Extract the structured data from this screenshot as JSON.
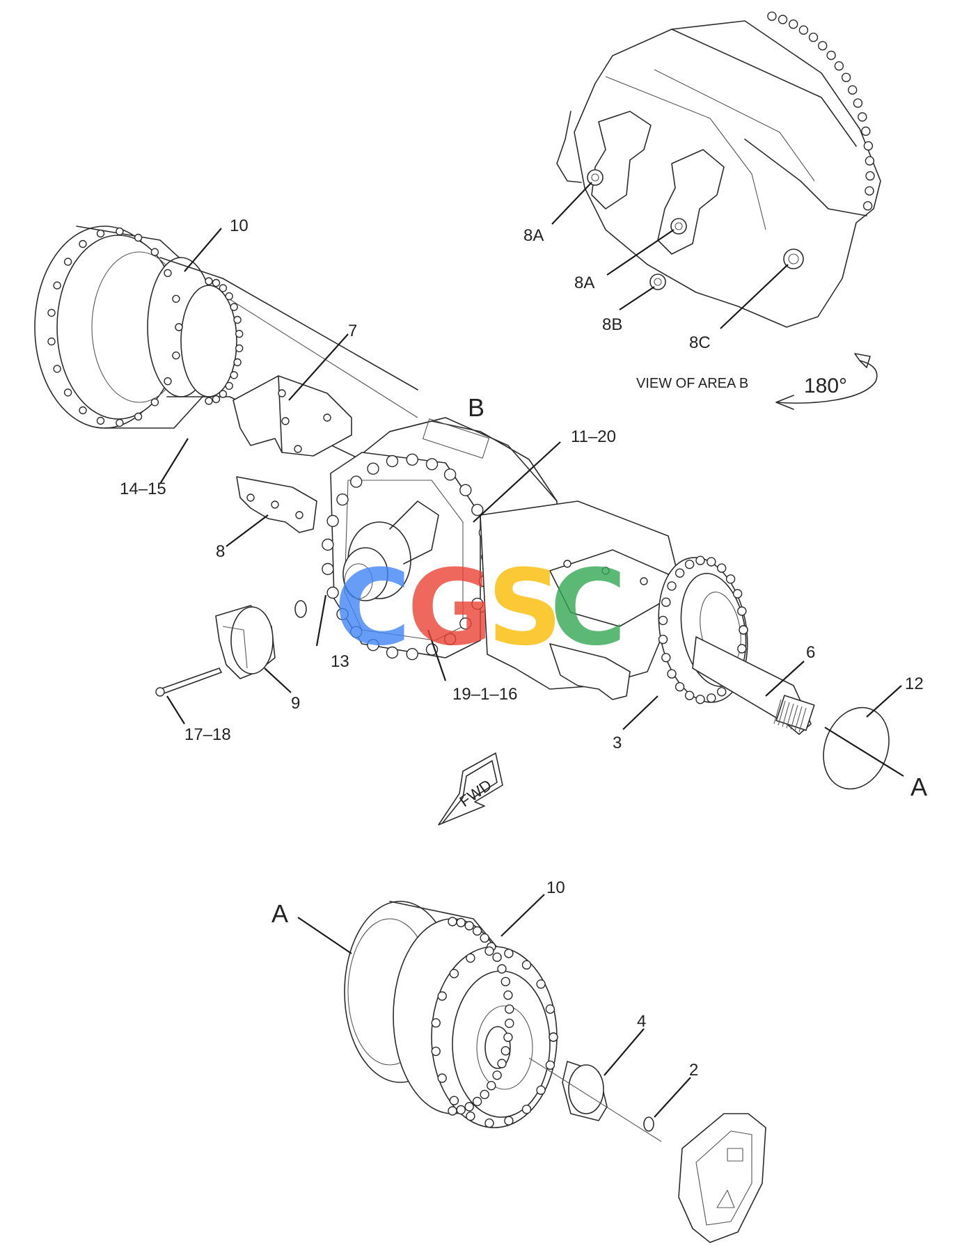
{
  "diagram": {
    "callouts": [
      {
        "id": "c10-top",
        "text": "10"
      },
      {
        "id": "c7",
        "text": "7"
      },
      {
        "id": "c14-15",
        "text": "14–15"
      },
      {
        "id": "c8",
        "text": "8"
      },
      {
        "id": "c11-20",
        "text": "11–20"
      },
      {
        "id": "c13",
        "text": "13"
      },
      {
        "id": "c9",
        "text": "9"
      },
      {
        "id": "c17-18",
        "text": "17–18"
      },
      {
        "id": "c19-1-16",
        "text": "19–1–16"
      },
      {
        "id": "c6",
        "text": "6"
      },
      {
        "id": "c12",
        "text": "12"
      },
      {
        "id": "c3",
        "text": "3"
      },
      {
        "id": "c8a-1",
        "text": "8A"
      },
      {
        "id": "c8a-2",
        "text": "8A"
      },
      {
        "id": "c8b",
        "text": "8B"
      },
      {
        "id": "c8c",
        "text": "8C"
      },
      {
        "id": "c10-bottom",
        "text": "10"
      },
      {
        "id": "c4",
        "text": "4"
      },
      {
        "id": "c2",
        "text": "2"
      }
    ],
    "view_label": "VIEW OF AREA  B",
    "rotation": "180°",
    "area_b": "B",
    "section_a_right": "A",
    "section_a_left": "A",
    "fwd": "FWD",
    "watermark": {
      "letters": [
        "C",
        "G",
        "S",
        "C"
      ],
      "colors": [
        "#4285F4",
        "#EA4335",
        "#FBBC05",
        "#34A853"
      ]
    }
  }
}
